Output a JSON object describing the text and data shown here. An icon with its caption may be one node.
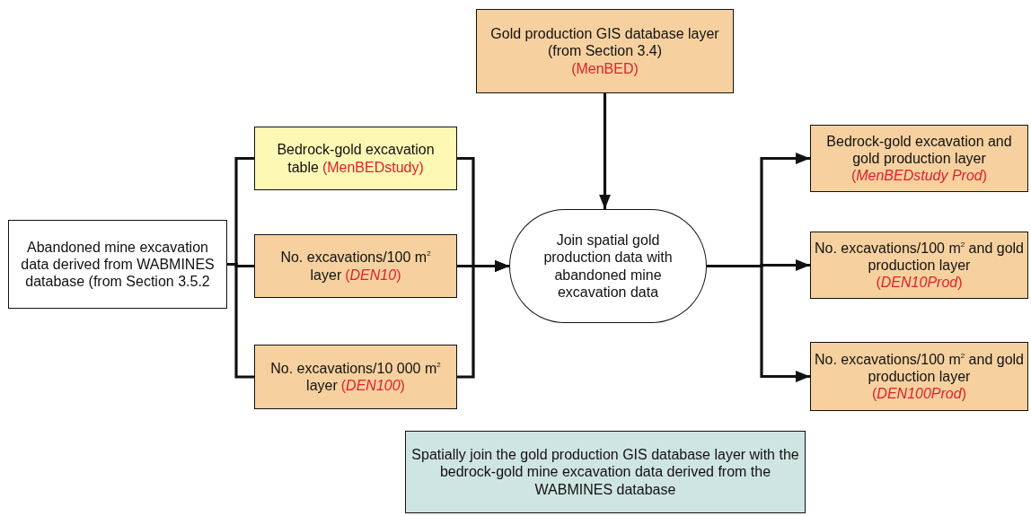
{
  "diagram": {
    "nodes": [
      {
        "text": [
          "Gold production GIS database layer (from Section 3.4)",
          "(MenBED)"
        ]
      },
      {
        "text": [
          "Abandoned mine excavation data derived from WABMINES database (from Section 3.5.2"
        ]
      },
      {
        "text": [
          "Bedrock-gold excavation table",
          "(MenBEDstudy)"
        ]
      },
      {
        "text": [
          "No. excavations/100 m$^{2}$ layer",
          "(*DEN10*)"
        ]
      },
      {
        "text": [
          "No. excavations/10 000 m$^{2}$ layer",
          "(*DEN100*)"
        ]
      },
      {
        "text": [
          "Join spatial gold production data with abandoned mine excavation data"
        ]
      },
      {
        "text": [
          "Bedrock-gold excavation and gold production layer",
          "(*MenBEDstudy Prod*)"
        ]
      },
      {
        "text": [
          "No. excavations/100 m$^{2}$ and gold production layer",
          "(*DEN10Prod*)"
        ]
      },
      {
        "text": [
          "No. excavations/100 m$^{2}$ and gold production layer",
          "(*DEN100Prod*)"
        ]
      },
      {
        "text": [
          "Spatially join the gold production GIS database layer with the bedrock-gold mine excavation data derived from the WABMINES database"
        ]
      }
    ],
    "edges": [
      {
        "from": 1,
        "to": 2,
        "arrow": "none"
      },
      {
        "from": 1,
        "to": 3,
        "arrow": "none"
      },
      {
        "from": 1,
        "to": 4,
        "arrow": "none"
      },
      {
        "from": 2,
        "to": 5,
        "arrow": "to"
      },
      {
        "from": 3,
        "to": 5,
        "arrow": "to"
      },
      {
        "from": 4,
        "to": 5,
        "arrow": "to"
      },
      {
        "from": 0,
        "to": 5,
        "arrow": "to"
      },
      {
        "from": 5,
        "to": 6,
        "arrow": "to"
      },
      {
        "from": 5,
        "to": 7,
        "arrow": "to"
      },
      {
        "from": 5,
        "to": 8,
        "arrow": "to"
      }
    ]
  }
}
